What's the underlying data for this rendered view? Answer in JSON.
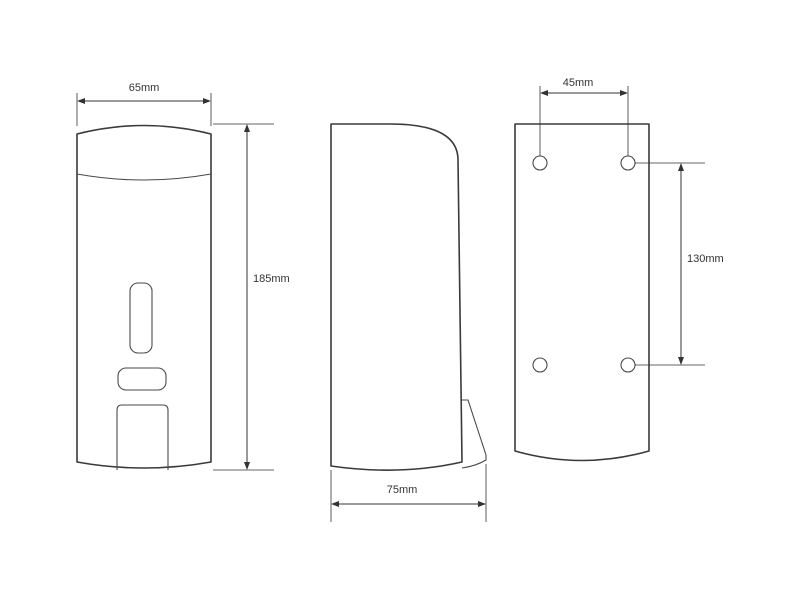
{
  "dimensions": {
    "front_width": "65mm",
    "front_height": "185mm",
    "side_depth": "75mm",
    "back_hole_spacing_horizontal": "45mm",
    "back_hole_spacing_vertical": "130mm"
  }
}
